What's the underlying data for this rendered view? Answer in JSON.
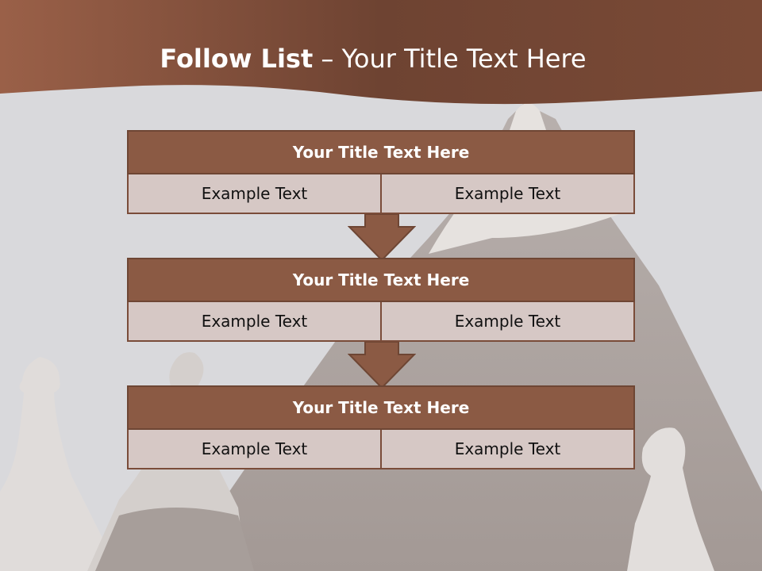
{
  "slide": {
    "title_bold": "Follow List",
    "title_rest": " – Your Title Text Here"
  },
  "blocks": [
    {
      "title": "Your Title Text Here",
      "left": "Example Text",
      "right": "Example Text"
    },
    {
      "title": "Your Title Text Here",
      "left": "Example Text",
      "right": "Example Text"
    },
    {
      "title": "Your Title Text Here",
      "left": "Example Text",
      "right": "Example Text"
    }
  ],
  "colors": {
    "header_band": "#7a4a36",
    "block_header": "#8b5a44",
    "cell_fill": "#d6c8c5",
    "arrow": "#8b5a44",
    "background": "#d9d9dc"
  }
}
